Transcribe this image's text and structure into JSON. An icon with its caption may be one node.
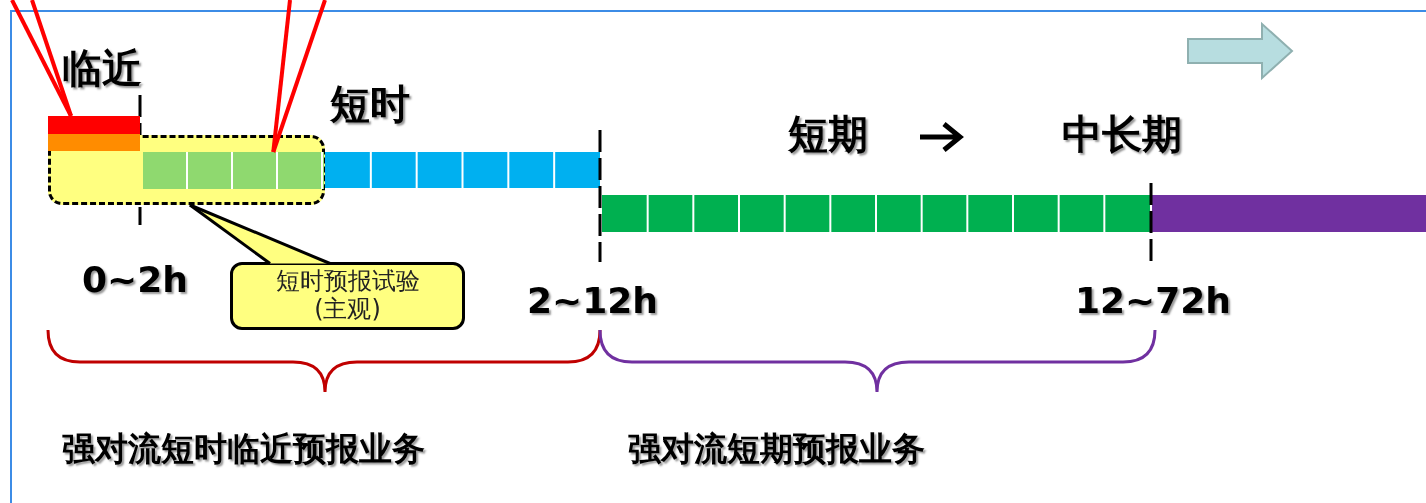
{
  "diagram": {
    "nodes": [
      {
        "text": [],
        "shape": "box"
      },
      {
        "text": [
          "短时预报试验 (主观)"
        ]
      },
      {
        "text": [],
        "shape": "bar"
      },
      {
        "text": [],
        "shape": "bar",
        "in": 0
      }
    ],
    "edges": [
      {
        "from": 1,
        "to": 0,
        "arrow": "none",
        "color": "#000000"
      },
      {
        "from": null,
        "to": 2,
        "arrow": "none"
      },
      {
        "from": null,
        "to": 2,
        "arrow": "none"
      },
      {
        "from": null,
        "to": 3,
        "arrow": "none"
      },
      {
        "from": null,
        "to": 3,
        "arrow": "none"
      }
    ],
    "labels": [
      "临近",
      "短时",
      "短期",
      "中长期",
      "0~2h",
      "2~12h",
      "12~72h",
      "强对流短时临近预报业务",
      "强对流短期预报业务"
    ]
  }
}
